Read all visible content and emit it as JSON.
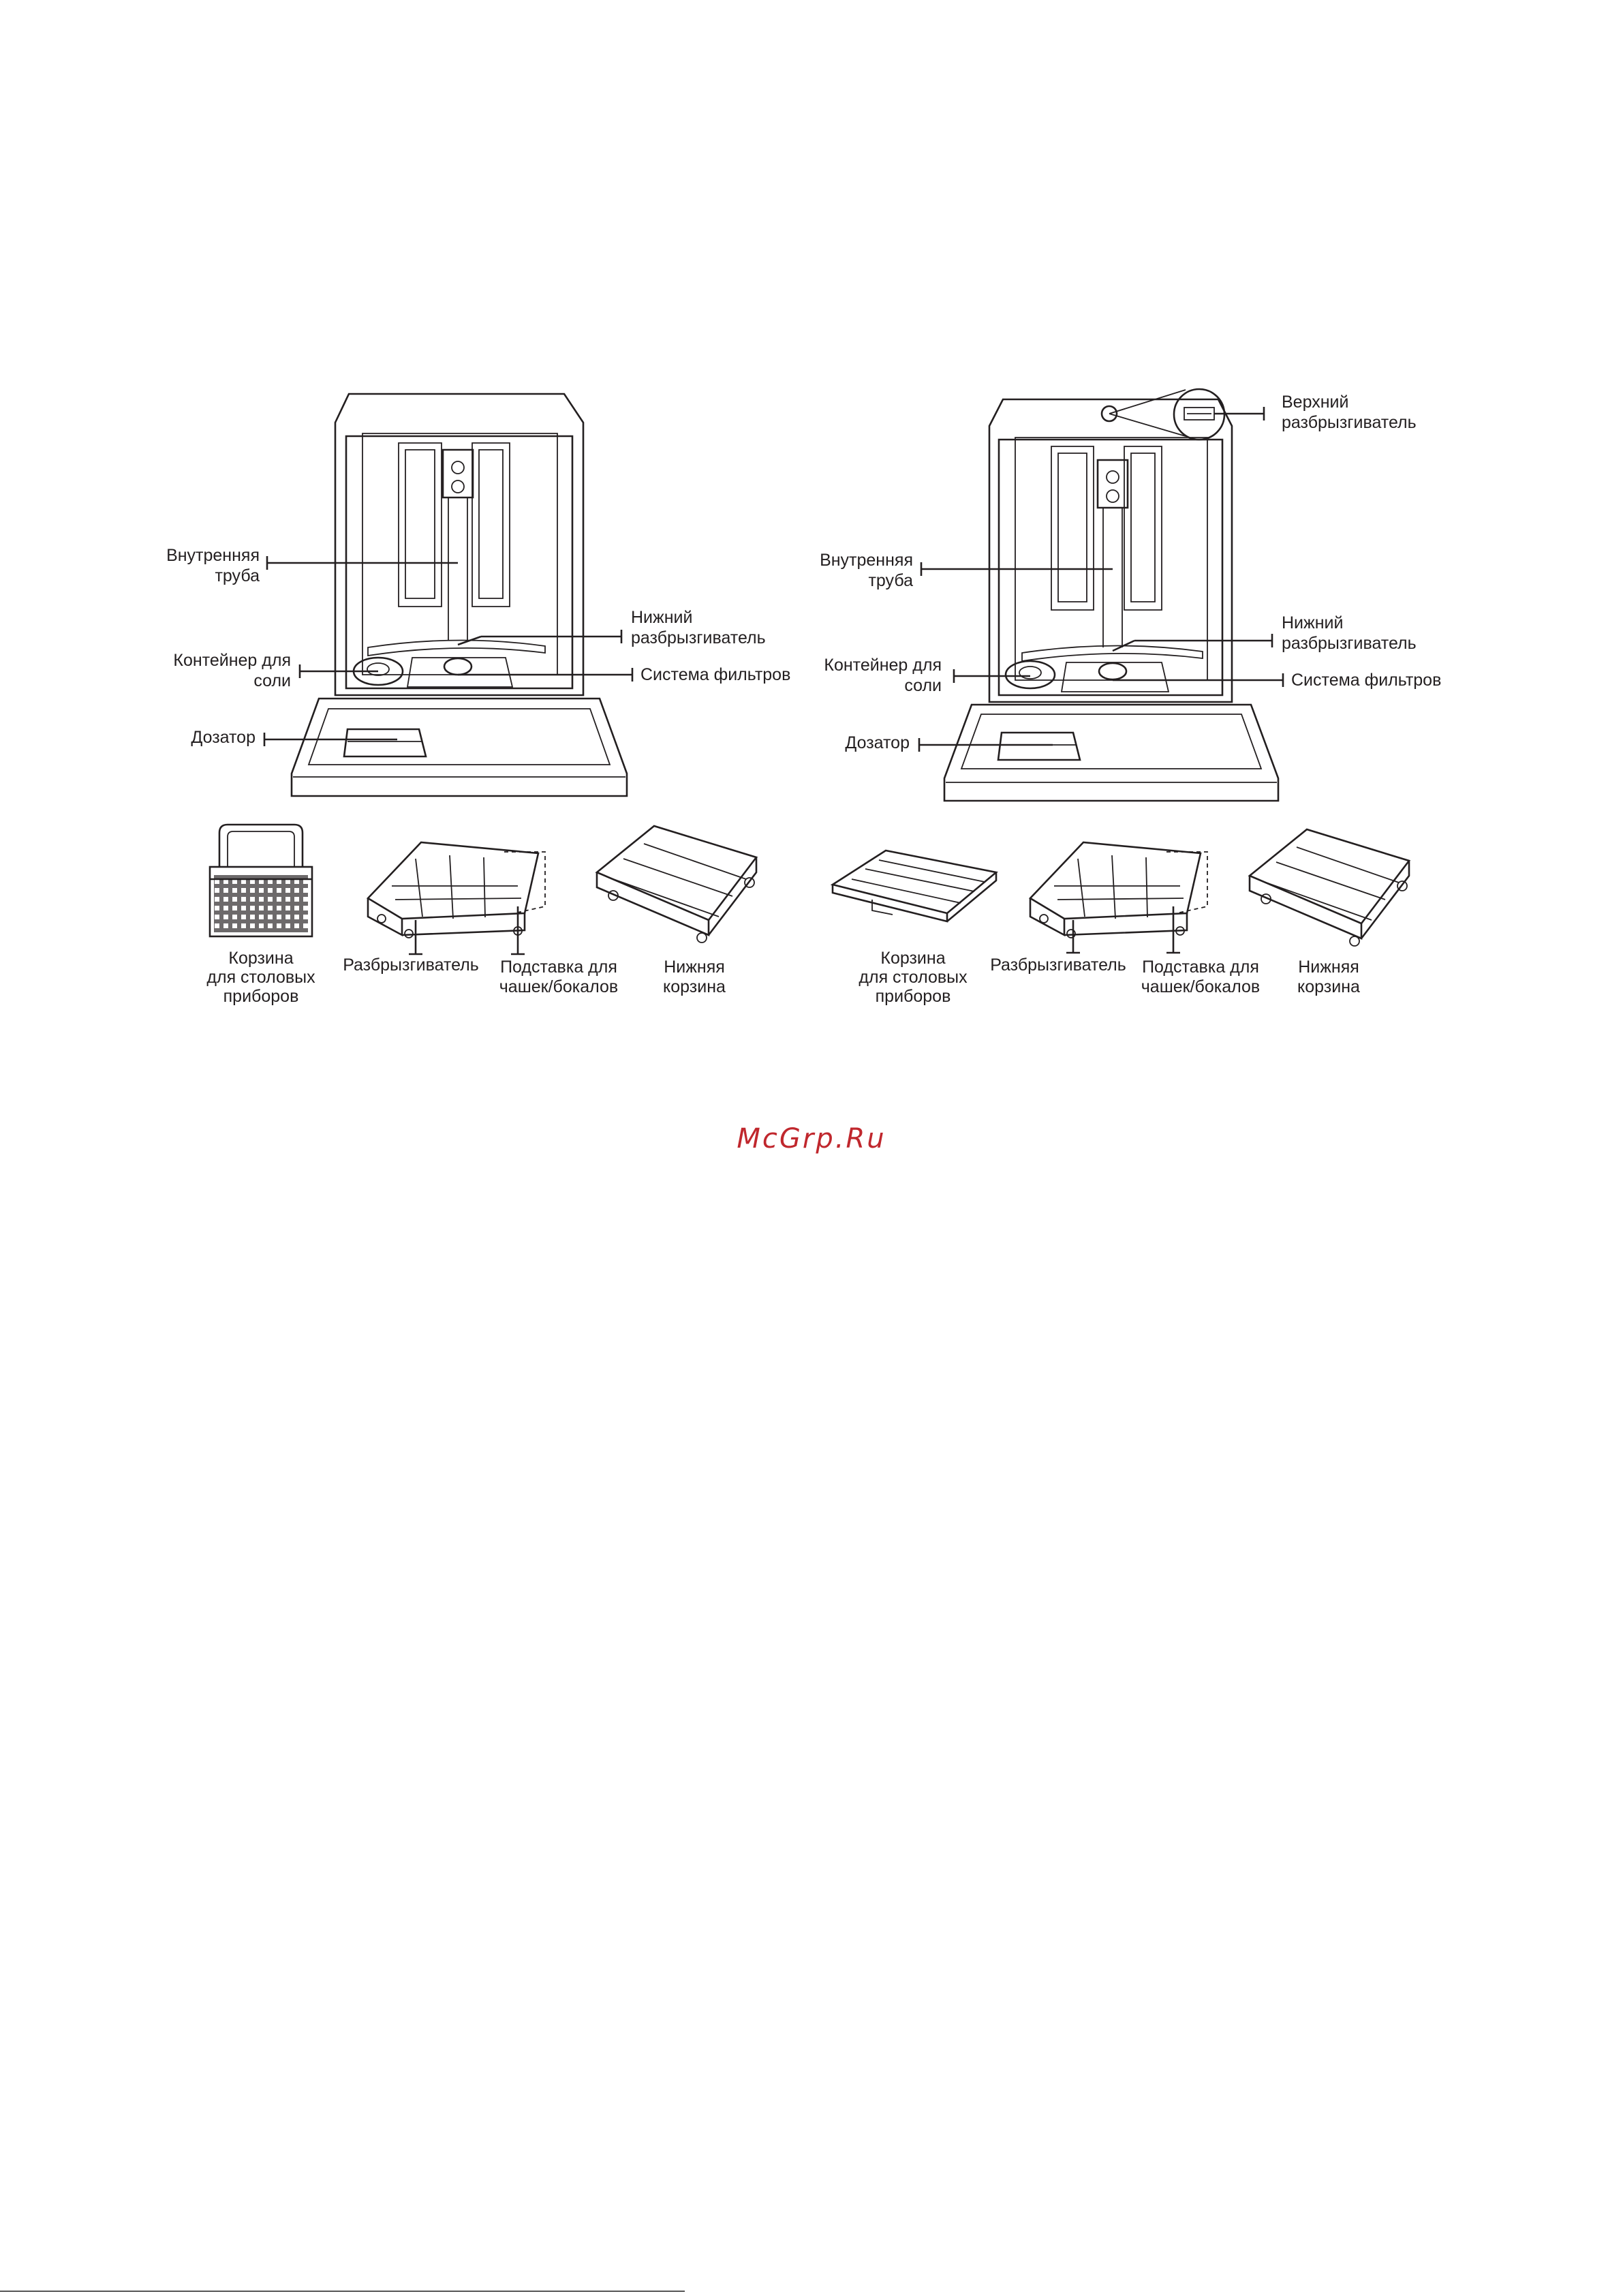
{
  "diagrams": [
    {
      "id": "left",
      "labels": {
        "inner_tube": [
          "Внутренняя",
          "труба"
        ],
        "lower_spray_arm": [
          "Нижний",
          "разбрызгиватель"
        ],
        "salt_container": [
          "Контейнер для",
          "соли"
        ],
        "filter_system": "Система фильтров",
        "dispenser": "Дозатор",
        "cutlery_basket": [
          "Корзина",
          "для столовых",
          "приборов"
        ],
        "sprayer": "Разбрызгиватель",
        "cup_rack": [
          "Подставка для",
          "чашек/бокалов"
        ],
        "lower_basket": [
          "Нижняя",
          "корзина"
        ]
      }
    },
    {
      "id": "right",
      "labels": {
        "upper_spray_arm": [
          "Верхний",
          "разбрызгиватель"
        ],
        "inner_tube": [
          "Внутренняя",
          "труба"
        ],
        "lower_spray_arm": [
          "Нижний",
          "разбрызгиватель"
        ],
        "salt_container": [
          "Контейнер для",
          "соли"
        ],
        "filter_system": "Система фильтров",
        "dispenser": "Дозатор",
        "cutlery_basket": [
          "Корзина",
          "для столовых",
          "приборов"
        ],
        "sprayer": "Разбрызгиватель",
        "cup_rack": [
          "Подставка для",
          "чашек/бокалов"
        ],
        "lower_basket": [
          "Нижняя",
          "корзина"
        ]
      }
    }
  ],
  "watermark": "McGrp.Ru"
}
